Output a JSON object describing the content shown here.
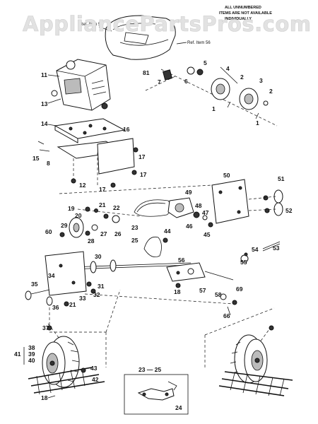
{
  "watermark": "AppliancePartsPros.com",
  "header_note": [
    "ALL UNNUMBERED",
    "ITEMS ARE NOT AVAILABLE",
    "INDIVIDUALLY"
  ],
  "ref_labels": {
    "ref57": "Ref. Item 57",
    "ref56": "Ref. Item 56"
  },
  "callouts": {
    "c1a": "1",
    "c1b": "1",
    "c2a": "2",
    "c2b": "2",
    "c3": "3",
    "c4": "4",
    "c5": "5",
    "c6": "6",
    "c7": "7",
    "c8": "8",
    "c11": "11",
    "c12": "12",
    "c13": "13",
    "c14": "14",
    "c15": "15",
    "c16": "16",
    "c17a": "17",
    "c17b": "17",
    "c17c": "17",
    "c18a": "18",
    "c18b": "18",
    "c19": "19",
    "c20": "20",
    "c21a": "21",
    "c21b": "21",
    "c22": "22",
    "c23": "23",
    "c25": "25",
    "c26": "26",
    "c27": "27",
    "c28": "28",
    "c29": "29",
    "c30": "30",
    "c31": "31",
    "c32": "32",
    "c33": "33",
    "c34": "34",
    "c35": "35",
    "c36": "36",
    "c37": "37",
    "c38": "38",
    "c39": "39",
    "c40": "40",
    "c41": "41",
    "c42": "42",
    "c43": "43",
    "c44": "44",
    "c45": "45",
    "c46": "46",
    "c47": "47",
    "c48": "48",
    "c49": "49",
    "c50": "50",
    "c51": "51",
    "c52": "52",
    "c53": "53",
    "c54": "54",
    "c55": "55",
    "c56": "56",
    "c57": "57",
    "c58": "58",
    "c60": "60",
    "c66": "66",
    "c69": "69",
    "c81": "81",
    "c24": "24",
    "range_23_25": "23 — 25"
  }
}
